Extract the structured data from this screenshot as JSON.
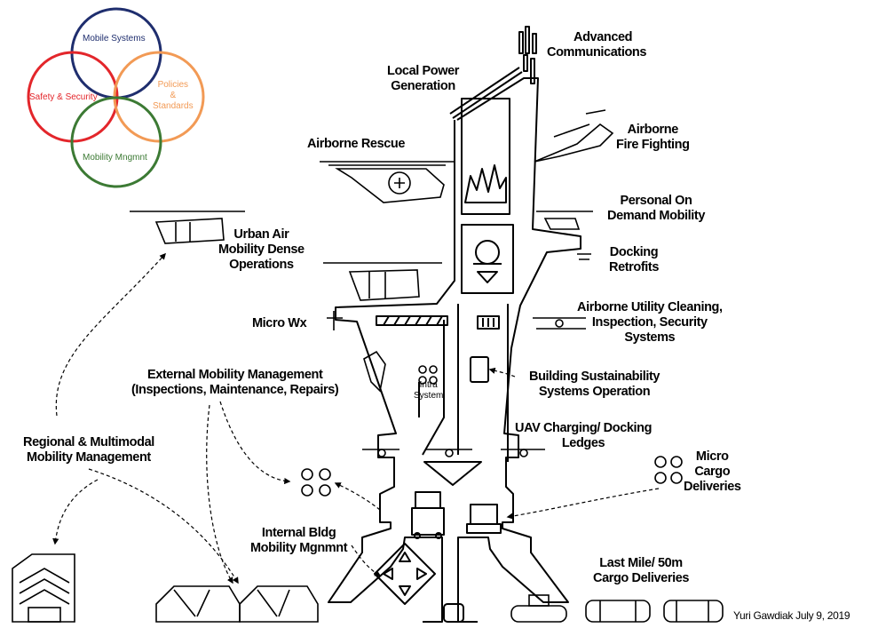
{
  "venn": {
    "mobile_systems": "Mobile Systems",
    "safety_security": "Safety & Security",
    "policies_line1": "Policies",
    "policies_line2": "&",
    "policies_line3": "Standards",
    "mobility_mgmt": "Mobility Mngmnt",
    "colors": {
      "mobile_systems": "#1f2e6e",
      "safety_security": "#e3262b",
      "policies": "#f29a55",
      "mobility_mgmt": "#3c7a34"
    }
  },
  "labels": {
    "advanced_comms": [
      "Advanced",
      "Communications"
    ],
    "local_power": [
      "Local Power",
      "Generation"
    ],
    "airborne_fire": [
      "Airborne",
      "Fire Fighting"
    ],
    "airborne_rescue": [
      "Airborne Rescue"
    ],
    "personal_on_demand": [
      "Personal On",
      "Demand Mobility"
    ],
    "docking_retrofits": [
      "Docking",
      "Retrofits"
    ],
    "urban_air": [
      "Urban Air",
      "Mobility Dense",
      "Operations"
    ],
    "airborne_utility": [
      "Airborne Utility Cleaning,",
      "Inspection, Security",
      "Systems"
    ],
    "micro_wx": [
      "Micro Wx"
    ],
    "intra_system": [
      "Intra",
      "System"
    ],
    "external_mobility": [
      "External Mobility Management",
      "(Inspections, Maintenance, Repairs)"
    ],
    "building_sustainability": [
      "Building Sustainability",
      "Systems Operation"
    ],
    "uav_charging": [
      "UAV Charging/ Docking",
      "Ledges"
    ],
    "regional_multimodal": [
      "Regional & Multimodal",
      "Mobility Management"
    ],
    "micro_cargo": [
      "Micro",
      "Cargo",
      "Deliveries"
    ],
    "internal_bldg": [
      "Internal Bldg",
      "Mobility Mgnmnt"
    ],
    "last_mile": [
      "Last Mile/ 50m",
      "Cargo Deliveries"
    ]
  },
  "credit": "Yuri Gawdiak July 9, 2019"
}
